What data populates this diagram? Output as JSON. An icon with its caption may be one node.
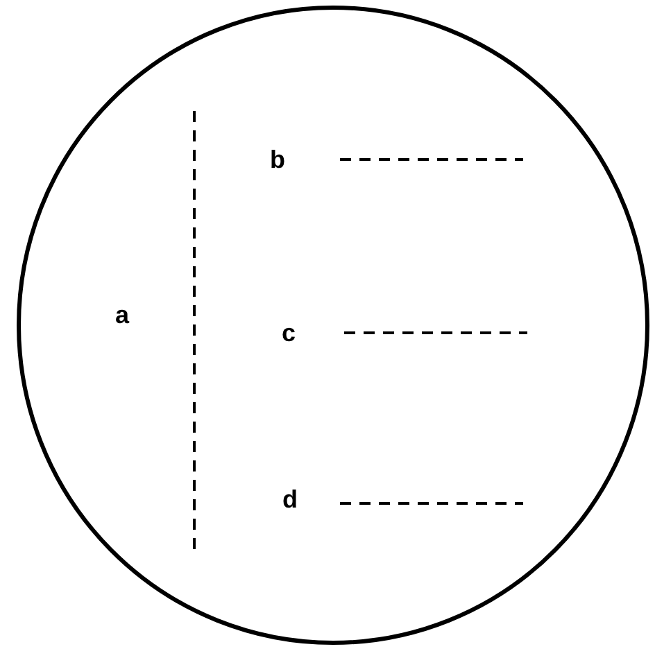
{
  "diagram": {
    "nodes": [
      {
        "text": [],
        "shape": "circle"
      }
    ],
    "labels": [
      "b",
      "a",
      "c",
      "d"
    ]
  }
}
